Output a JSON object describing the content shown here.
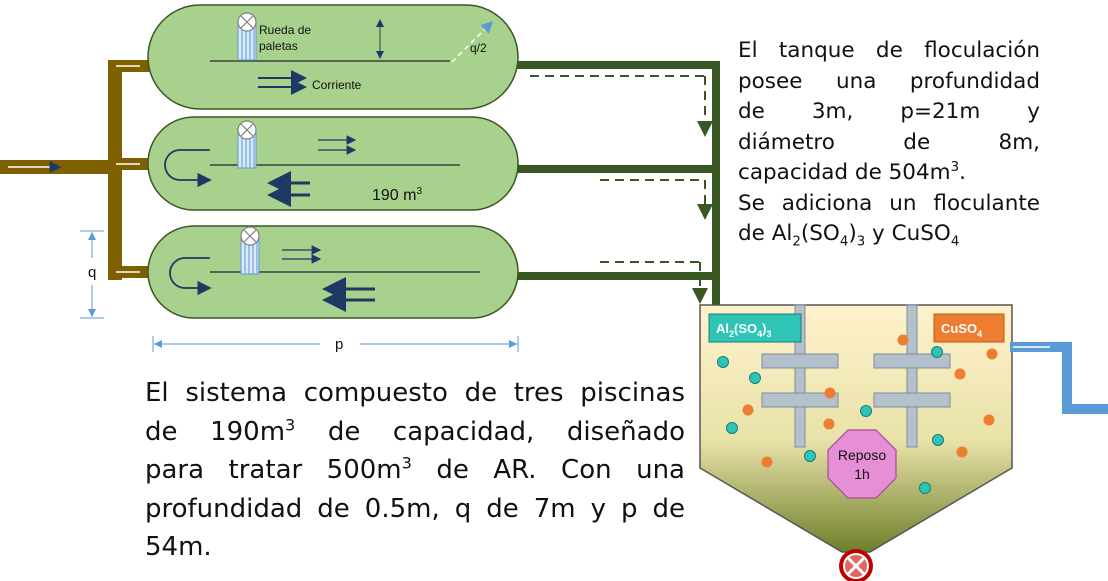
{
  "pool_labels": {
    "paddle_wheel_line1": "Rueda de",
    "paddle_wheel_line2": "paletas",
    "current": "Corriente",
    "half_flow": "q/2",
    "pool_volume": "190 m",
    "pool_volume_exp": "3"
  },
  "dimensions": {
    "q_label": "q",
    "p_label": "p"
  },
  "tank": {
    "al_label_main": "Al",
    "al_sub1": "2",
    "al_mid": "(SO",
    "al_sub2": "4",
    "al_end": ")",
    "al_sub3": "3",
    "cu_label_main": "CuSO",
    "cu_sub": "4",
    "rest_line1": "Reposo",
    "rest_line2": "1h"
  },
  "right_text": {
    "l1": "El tanque de floculación",
    "l2": "posee una profundidad",
    "l3": "de 3m, p=21m y",
    "l4": "diámetro de 8m,",
    "l5a": "capacidad de 504m",
    "l5b": "3",
    "l5c": ".",
    "l6": "Se adiciona un floculante",
    "l7a": "de Al",
    "l7b": "2",
    "l7c": "(SO",
    "l7d": "4",
    "l7e": ")",
    "l7f": "3",
    "l7g": " y CuSO",
    "l7h": "4"
  },
  "bottom_text": {
    "l1": "El sistema compuesto de tres piscinas",
    "l2a": "de 190m",
    "l2b": "3",
    "l2c": " de capacidad, diseñado",
    "l3a": "para tratar 500m",
    "l3b": "3",
    "l3c": " de AR. Con una",
    "l4": "profundidad de 0.5m, q de 7m y p de",
    "l5": "54m."
  },
  "colors": {
    "pool_fill": "#a9d18e",
    "pool_stroke": "#385723",
    "inlet_pipe": "#7f6000",
    "outlet_pipe": "#385723",
    "arrow_navy": "#1f3864",
    "tank_gradient_top": "#fff2cc",
    "tank_gradient_bottom": "#6f7f2a",
    "outlet_blue": "#5b9bd5",
    "al_badge": "#2ec4b6",
    "cu_badge": "#ed7d31",
    "rest_octagon": "#e58fd6"
  }
}
